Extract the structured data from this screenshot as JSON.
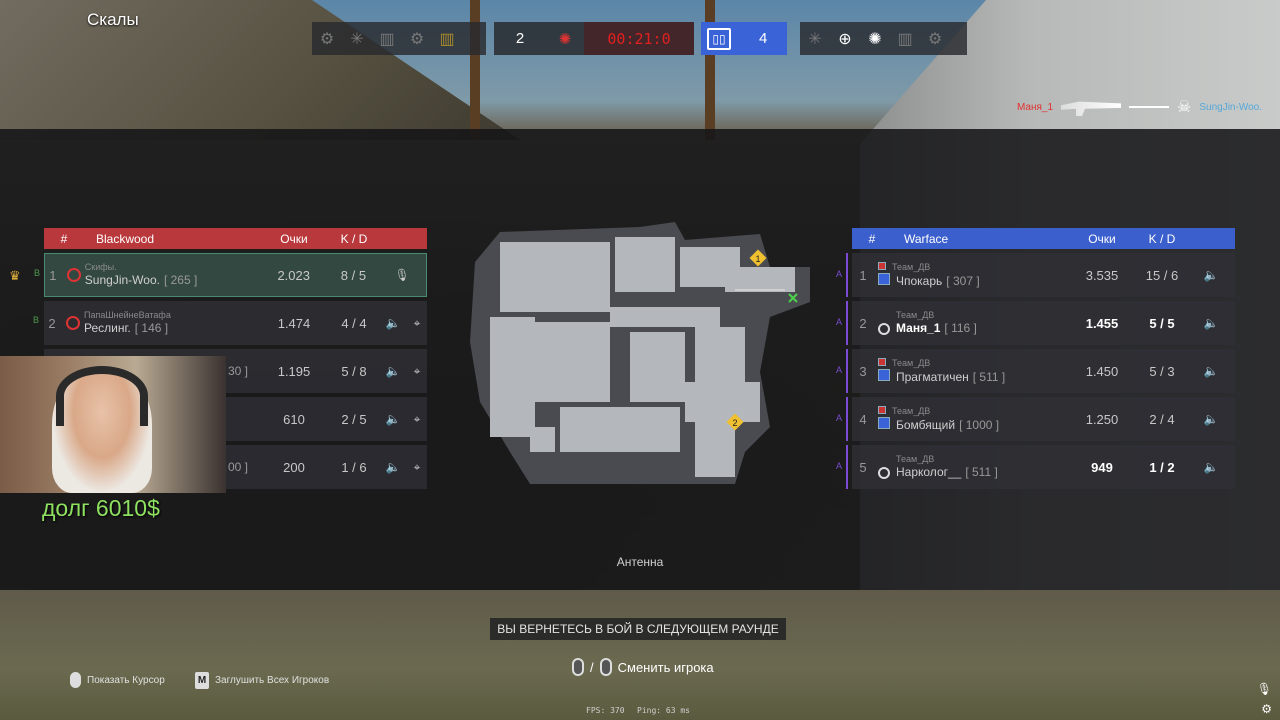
{
  "map_name": "Скалы",
  "hud": {
    "red_score": "2",
    "timer": "00:21:0",
    "blue_score": "4"
  },
  "killfeed": {
    "killer": "Маня_1",
    "victim": "SungJin-Woo."
  },
  "scoreboard_left": {
    "header": {
      "num": "#",
      "team": "Blackwood",
      "score": "Очки",
      "kd": "K / D"
    },
    "rows": [
      {
        "num": "1",
        "clan": "Скифы.",
        "name": "SungJin-Woo.",
        "level": "[ 265 ]",
        "score": "2.023",
        "kd": "8 / 5",
        "side": "B"
      },
      {
        "num": "2",
        "clan": "ПапаШнейнеВатафа",
        "name": "Реслинг.",
        "level": "[ 146 ]",
        "score": "1.474",
        "kd": "4 / 4",
        "side": "B"
      },
      {
        "num": "3",
        "clan": "",
        "name": "",
        "level": "30 ]",
        "score": "1.195",
        "kd": "5 / 8",
        "side": ""
      },
      {
        "num": "4",
        "clan": "",
        "name": "",
        "level": "",
        "score": "610",
        "kd": "2 / 5",
        "side": ""
      },
      {
        "num": "5",
        "clan": "",
        "name": "",
        "level": "00 ]",
        "score": "200",
        "kd": "1 / 6",
        "side": ""
      }
    ]
  },
  "scoreboard_right": {
    "header": {
      "num": "#",
      "team": "Warface",
      "score": "Очки",
      "kd": "K / D"
    },
    "rows": [
      {
        "num": "1",
        "clan": "Теам_ДВ",
        "name": "Чпокарь",
        "level": "[ 307 ]",
        "score": "3.535",
        "kd": "15 / 6",
        "side": "A"
      },
      {
        "num": "2",
        "clan": "Теам_ДВ",
        "name": "Маня_1",
        "level": "[ 116 ]",
        "score": "1.455",
        "kd": "5 / 5",
        "side": "A"
      },
      {
        "num": "3",
        "clan": "Теам_ДВ",
        "name": "Прагматичен",
        "level": "[ 511 ]",
        "score": "1.450",
        "kd": "5 / 3",
        "side": "A"
      },
      {
        "num": "4",
        "clan": "Теам_ДВ",
        "name": "Бомбящий",
        "level": "[ 1000 ]",
        "score": "1.250",
        "kd": "2 / 4",
        "side": "A"
      },
      {
        "num": "5",
        "clan": "Теам_ДВ",
        "name": "Нарколог__",
        "level": "[ 511 ]",
        "score": "949",
        "kd": "1 / 2",
        "side": "A"
      }
    ]
  },
  "minimap": {
    "location": "Антенна",
    "markers": [
      {
        "label": "1"
      },
      {
        "label": "2"
      }
    ]
  },
  "overlay": {
    "debt": "долг 6010$"
  },
  "notice": "ВЫ ВЕРНЕТЕСЬ В БОЙ В СЛЕДУЮЩЕМ РАУНДЕ",
  "switch_player": {
    "separator": "/",
    "label": "Сменить игрока"
  },
  "hints": {
    "cursor": "Показать Курсор",
    "mute_key": "M",
    "mute": "Заглушить Всех Игроков"
  },
  "stats": {
    "fps": "FPS: 370",
    "ping": "Ping: 63 ms"
  },
  "colors": {
    "red_team": "#b8383c",
    "blue_team": "#3b5fcc",
    "timer": "#e02020",
    "debt": "#8de060"
  }
}
